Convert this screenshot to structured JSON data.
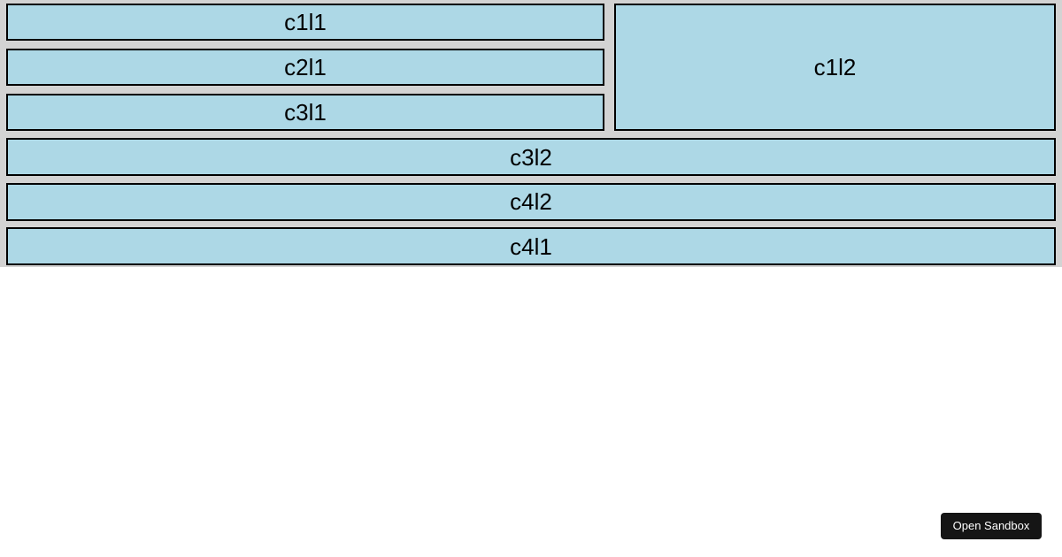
{
  "colors": {
    "box_fill": "#add8e6",
    "box_border": "#000000",
    "container_background": "#d3d3d3",
    "page_background": "#ffffff",
    "button_background": "#151515",
    "button_text": "#ffffff"
  },
  "layout": {
    "top_section": {
      "left_column": {
        "boxes": [
          {
            "label": "c1l1"
          },
          {
            "label": "c2l1"
          },
          {
            "label": "c3l1"
          }
        ]
      },
      "right_column": {
        "boxes": [
          {
            "label": "c1l2"
          }
        ]
      }
    },
    "bottom_section": {
      "boxes": [
        {
          "label": "c3l2"
        },
        {
          "label": "c4l2"
        },
        {
          "label": "c4l1"
        }
      ]
    }
  },
  "footer": {
    "open_sandbox_label": "Open Sandbox"
  }
}
